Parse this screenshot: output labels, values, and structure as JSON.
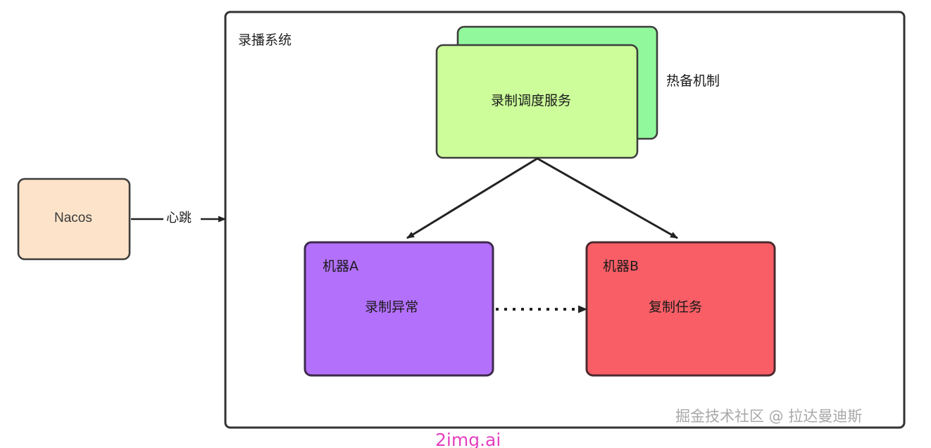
{
  "diagram": {
    "container": {
      "label": "录播系统",
      "border_color": "#333333",
      "fill": "#ffffff"
    },
    "nodes": [
      {
        "id": "nacos",
        "label": "Nacos",
        "fill": "#fce3c9",
        "stroke": "#3d3d3d"
      },
      {
        "id": "schedule-service-backup",
        "label": "",
        "fill": "#92f89c",
        "stroke": "#3d3d3d"
      },
      {
        "id": "schedule-service",
        "label": "录制调度服务",
        "fill": "#ccfd9a",
        "stroke": "#3d3d3d"
      },
      {
        "id": "machine-a",
        "title": "机器A",
        "body": "录制异常",
        "fill": "#b370fb",
        "stroke": "#3d2a4d"
      },
      {
        "id": "machine-b",
        "title": "机器B",
        "body": "复制任务",
        "fill": "#f95e66",
        "stroke": "#4d2a2f"
      }
    ],
    "annotations": {
      "hot_standby": "热备机制"
    },
    "edges": [
      {
        "id": "nacos-to-system",
        "label": "心跳",
        "from": "nacos",
        "to": "container",
        "style": "solid",
        "arrow": "end"
      },
      {
        "id": "schedule-to-machine-a",
        "label": "",
        "from": "schedule-service",
        "to": "machine-a",
        "style": "solid",
        "arrow": "end"
      },
      {
        "id": "schedule-to-machine-b",
        "label": "",
        "from": "schedule-service",
        "to": "machine-b",
        "style": "solid",
        "arrow": "end"
      },
      {
        "id": "machine-a-to-machine-b",
        "label": "",
        "from": "machine-a",
        "to": "machine-b",
        "style": "dotted",
        "arrow": "end"
      }
    ]
  },
  "watermarks": {
    "brand": "2img.ai",
    "community": "掘金技术社区 @ 拉达曼迪斯"
  }
}
